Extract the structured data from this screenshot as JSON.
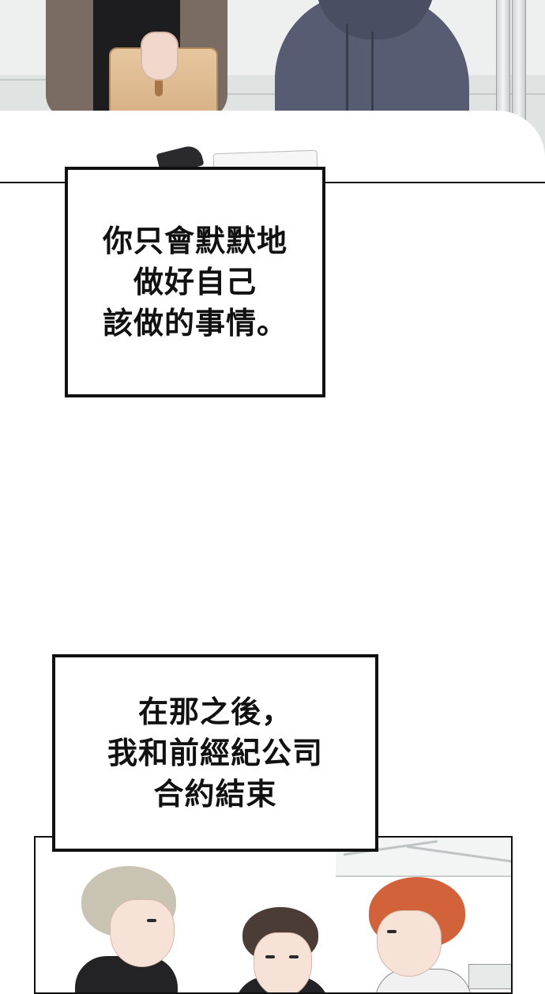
{
  "captions": [
    {
      "lines": [
        "你只會默默地",
        "做好自己",
        "該做的事情。"
      ]
    },
    {
      "lines": [
        "在那之後，",
        "我和前經紀公司",
        "合約結束"
      ]
    }
  ],
  "colors": {
    "border": "#111111",
    "background": "#ffffff",
    "hoodie": "#575c72",
    "coat": "#7a6b63",
    "hair_light": "#c9c3b4",
    "hair_dark": "#4b3d35",
    "hair_red": "#d2623a"
  }
}
